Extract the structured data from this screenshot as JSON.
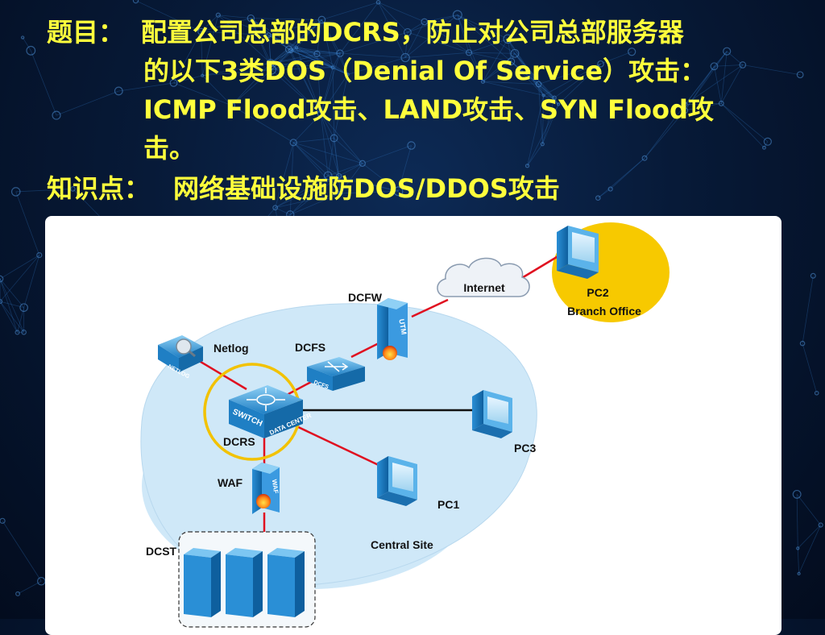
{
  "title": {
    "label": "题目：",
    "line1": "配置公司总部的DCRS，防止对公司总部服务器",
    "line2": "的以下3类DOS（Denial Of Service）攻击：",
    "line3": "ICMP Flood攻击、LAND攻击、SYN Flood攻",
    "line4": "击。"
  },
  "knowledge": {
    "label": "知识点：",
    "text": "网络基础设施防DOS/DDOS攻击"
  },
  "diagram": {
    "internet": "Internet",
    "pc2": "PC2",
    "branch_office": "Branch Office",
    "dcfw": "DCFW",
    "utm": "UTM",
    "netlog": "Netlog",
    "netlog_device": "NETLOG",
    "dcfs": "DCFS",
    "dcfs_device": "DCFS",
    "switch_text": "SWITCH",
    "data_center_text": "DATA CENTER",
    "dcrs": "DCRS",
    "pc3": "PC3",
    "waf": "WAF",
    "waf_device": "WAF",
    "pc1": "PC1",
    "central_site": "Central Site",
    "dcst": "DCST"
  },
  "colors": {
    "title_text": "#ffff3c",
    "link_red": "#e01020",
    "central_site_fill": "#cfe8f8",
    "branch_fill": "#f7c900",
    "highlight_ring": "#f2c200"
  }
}
